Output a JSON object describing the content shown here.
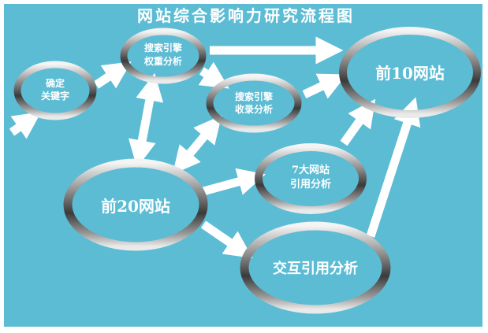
{
  "title": "网站综合影响力研究流程图",
  "nodes": {
    "keyword": [
      "确定",
      "关键字"
    ],
    "weight": [
      "搜索引擎",
      "权重分析"
    ],
    "index": [
      "搜索引擎",
      "收录分析"
    ],
    "top10": "前10网站",
    "top20": "前20网站",
    "seven": [
      "7大网站",
      "引用分析"
    ],
    "cross": "交互引用分析"
  },
  "colors": {
    "background": "#5bbcd4",
    "arrow": "#ffffff"
  }
}
